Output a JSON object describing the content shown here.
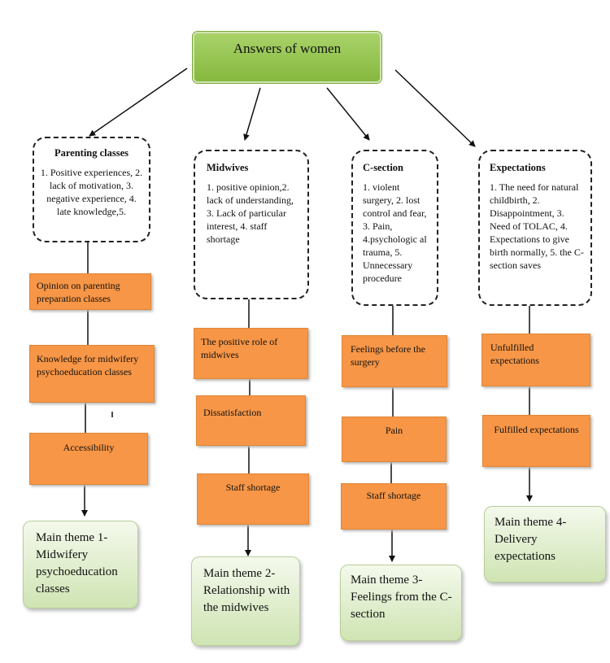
{
  "root": {
    "label": "Answers of women"
  },
  "columns": [
    {
      "title": "Parenting classes",
      "description": "1. Positive experiences, 2. lack of motivation, 3. negative experience, 4. late knowledge,5.",
      "codes": [
        "Opinion on parenting preparation classes",
        "Knowledge for midwifery psychoeducation classes",
        "Accessibility"
      ],
      "theme": "Main theme 1- Midwifery psychoeducation classes"
    },
    {
      "title": "Midwives",
      "description": "1. positive opinion,2.  lack of understanding, 3. Lack of particular interest, 4. staff shortage",
      "codes": [
        "The positive role of midwives",
        "Dissatisfaction",
        "Staff shortage"
      ],
      "theme": "Main theme 2- Relationship with the midwives"
    },
    {
      "title": "C-section",
      "description": "1. violent surgery, 2. lost control and fear, 3. Pain, 4.psychologic al trauma, 5. Unnecessary procedure",
      "codes": [
        "Feelings before the surgery",
        "Pain",
        "Staff shortage"
      ],
      "theme": "Main theme 3- Feelings from the C-section"
    },
    {
      "title": "Expectations",
      "description": "1. The need for natural childbirth, 2. Disappointment, 3. Need of TOLAC, 4. Expectations to give birth normally, 5. the C-section saves",
      "codes": [
        "Unfulfilled expectations",
        "Fulfilled expectations"
      ],
      "theme": "Main theme 4- Delivery expectations"
    }
  ]
}
